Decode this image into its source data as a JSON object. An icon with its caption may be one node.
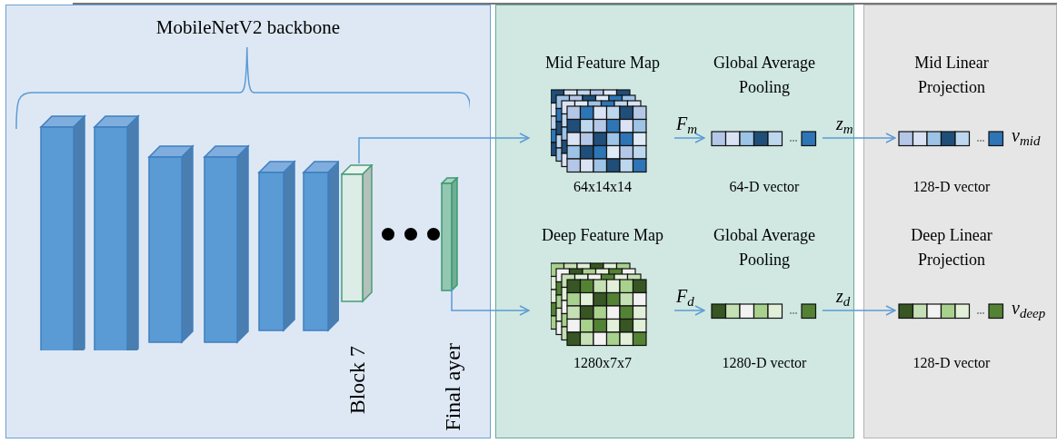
{
  "diagram": {
    "nodes": [
      {
        "text": [
          "MobileNetV2 backbone"
        ]
      },
      {
        "text": [
          "Block 7"
        ],
        "in": 0
      },
      {
        "text": [
          "Final ayer"
        ],
        "in": 0
      },
      {
        "text": [],
        "shape": "box"
      },
      {
        "text": [
          "Mid Feature Map",
          "64x14x14"
        ],
        "in": 3
      },
      {
        "text": [
          "Global Average Pooling",
          "64-D vector"
        ],
        "in": 3
      },
      {
        "text": [
          "Deep Feature Map",
          "1280x7x7"
        ],
        "in": 3
      },
      {
        "text": [
          "Global Average Pooling",
          "1280-D vector"
        ],
        "in": 3
      },
      {
        "text": [],
        "shape": "box"
      },
      {
        "text": [
          "Mid Linear Projection",
          "128-D vector"
        ],
        "in": 8,
        "beside": [
          "v$_{mid}$"
        ]
      },
      {
        "text": [
          "Deep Linear Projection",
          "128-D vector"
        ],
        "in": 8,
        "beside": [
          "v$_{deep}$"
        ]
      }
    ],
    "edges": [
      {
        "from": 1,
        "to": 4,
        "arrow": "to"
      },
      {
        "from": 4,
        "to": 5,
        "arrow": "to",
        "label": "F$_{m}$"
      },
      {
        "from": 5,
        "to": 9,
        "arrow": "to",
        "label": "z$_{m}$"
      },
      {
        "from": 2,
        "to": 6,
        "arrow": "to"
      },
      {
        "from": 6,
        "to": 7,
        "arrow": "to",
        "label": "F$_{d}$"
      },
      {
        "from": 7,
        "to": 10,
        "arrow": "to",
        "label": "z$_{d}$"
      }
    ]
  }
}
